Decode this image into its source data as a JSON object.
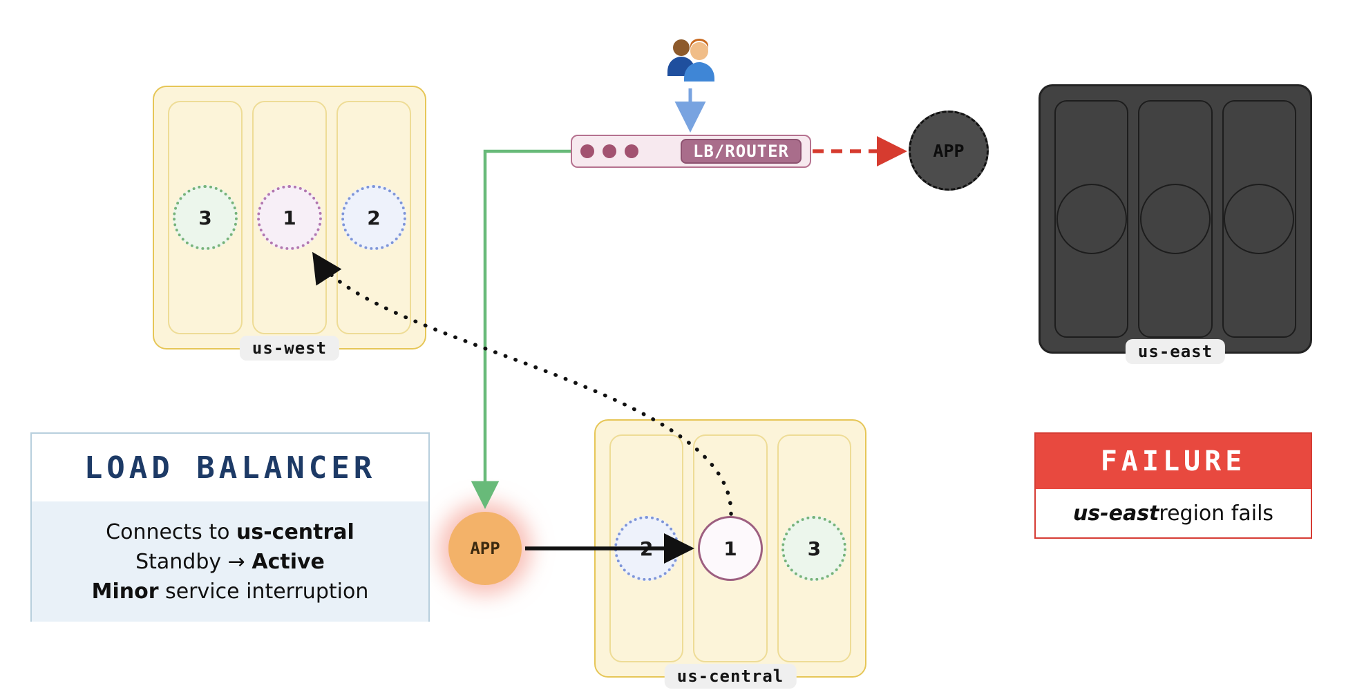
{
  "lb": {
    "label": "LB/ROUTER"
  },
  "app_failed": {
    "label": "APP"
  },
  "app_active": {
    "label": "APP"
  },
  "regions": {
    "us_west": {
      "label": "us-west",
      "nodes": [
        "3",
        "1",
        "2"
      ]
    },
    "us_central": {
      "label": "us-central",
      "nodes": [
        "2",
        "1",
        "3"
      ]
    },
    "us_east": {
      "label": "us-east"
    }
  },
  "load_balancer_box": {
    "title": "LOAD BALANCER",
    "lines": [
      {
        "pre": "Connects to ",
        "bold": "us-central",
        "post": ""
      },
      {
        "pre": "Standby → ",
        "bold": "Active",
        "post": ""
      },
      {
        "pre": "",
        "bold": "Minor",
        "post": " service interruption"
      }
    ]
  },
  "failure_box": {
    "title": "FAILURE",
    "body_bold_italic": "us-east",
    "body_rest": " region fails"
  },
  "colors": {
    "region_fill": "#fcf4d9",
    "region_border": "#e6c657",
    "dark_region": "#424242",
    "lb_pill": "#a96d8b",
    "green_link": "#68ba79",
    "red_link": "#d63b2f",
    "blue_link": "#78a3e0",
    "failure_red": "#e8493f",
    "title_navy": "#1d3a66",
    "app_orange": "#f3b269"
  }
}
